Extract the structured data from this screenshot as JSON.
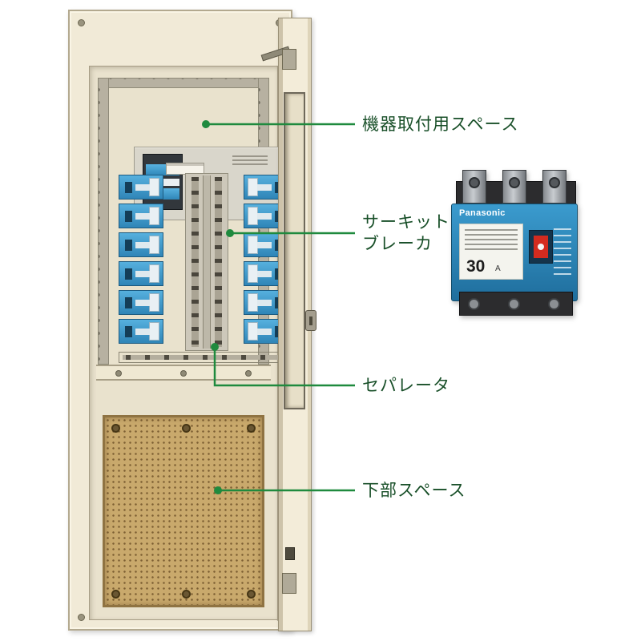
{
  "diagram": {
    "annotations": {
      "equipment_space": "機器取付用スペース",
      "circuit_breaker_line1": "サーキット",
      "circuit_breaker_line2": "ブレーカ",
      "separator": "セパレータ",
      "lower_space": "下部スペース"
    },
    "colors": {
      "callout_line": "#1f8a3e",
      "callout_text": "#184f28",
      "cabinet_body": "#f1ead7",
      "breaker_blue": "#3a9ed2",
      "board_tan": "#c9a96c"
    }
  },
  "inset_breaker": {
    "brand": "Panasonic",
    "rating": "30",
    "rating_unit": "A"
  }
}
